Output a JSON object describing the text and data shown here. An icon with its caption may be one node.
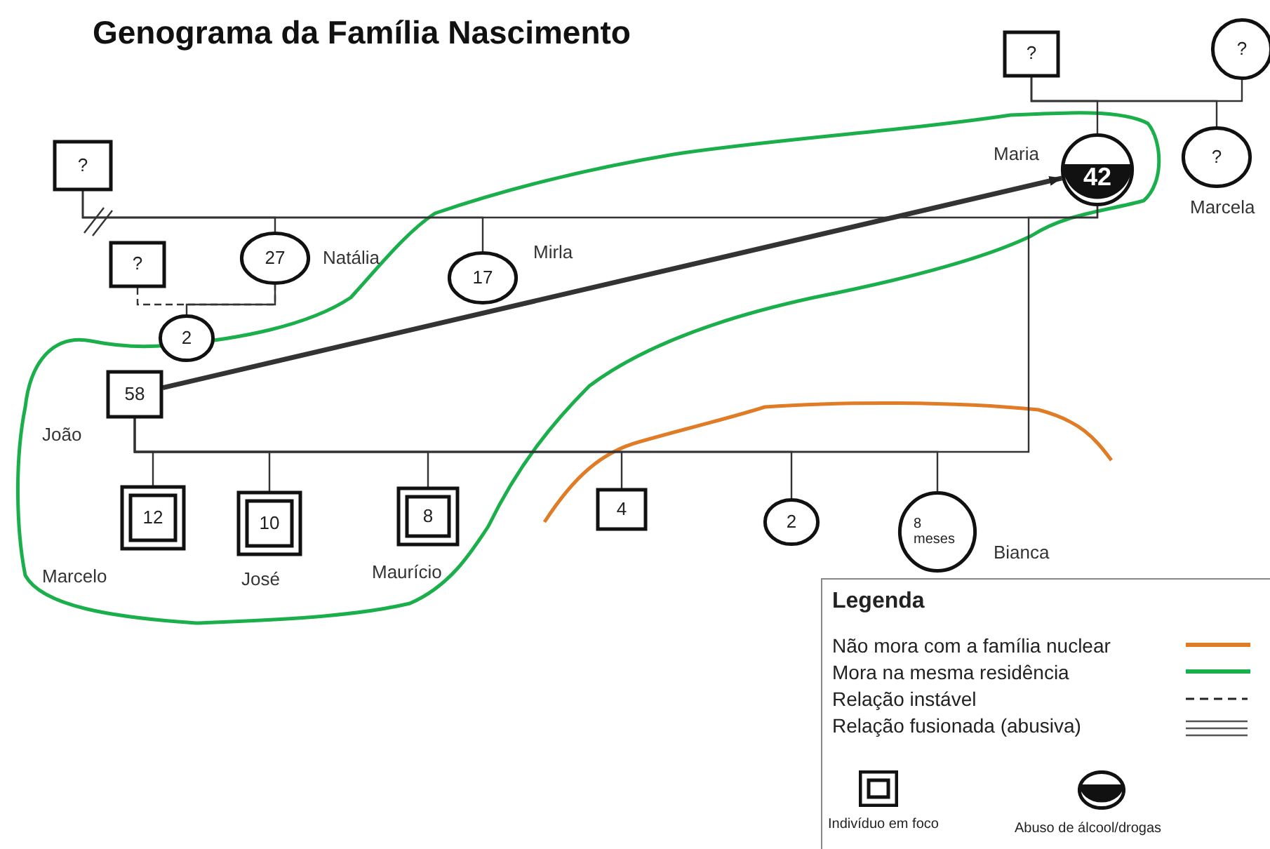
{
  "diagram": {
    "title": "Genograma da Família Nascimento",
    "nodes": [
      {
        "text": [
          "?"
        ]
      },
      {
        "text": [
          "?"
        ]
      },
      {
        "text": [
          "?"
        ]
      },
      {
        "text": [
          "42"
        ],
        "beside": [
          "Maria"
        ]
      },
      {
        "text": [
          "?"
        ],
        "beside": [
          "Marcela"
        ]
      },
      {
        "text": [
          "27"
        ],
        "beside": [
          "Natália"
        ]
      },
      {
        "text": [
          "17"
        ],
        "beside": [
          "Mirla"
        ]
      },
      {
        "text": [
          "?"
        ]
      },
      {
        "text": [
          "2"
        ]
      },
      {
        "text": [
          "58"
        ],
        "beside": [
          "João"
        ]
      },
      {
        "text": [
          "12"
        ],
        "beside": [
          "Marcelo"
        ]
      },
      {
        "text": [
          "10"
        ],
        "beside": [
          "José"
        ]
      },
      {
        "text": [
          "8"
        ],
        "beside": [
          "Maurício"
        ]
      },
      {
        "text": [
          "4"
        ]
      },
      {
        "text": [
          "2"
        ]
      },
      {
        "text": [
          "8 meses"
        ],
        "beside": [
          "Bianca"
        ]
      }
    ],
    "edges": [
      {
        "from": 0,
        "to": 1,
        "arrow": "none"
      },
      {
        "from": 0,
        "to": 3,
        "arrow": "none"
      },
      {
        "from": 0,
        "to": 4,
        "arrow": "none"
      },
      {
        "from": 2,
        "to": 3,
        "arrow": "none"
      },
      {
        "from": 2,
        "to": 5,
        "arrow": "none"
      },
      {
        "from": 2,
        "to": 6,
        "arrow": "none"
      },
      {
        "from": 7,
        "to": 5,
        "arrow": "none",
        "style": "dashed"
      },
      {
        "from": 5,
        "to": 8,
        "arrow": "none"
      },
      {
        "from": 9,
        "to": 3,
        "arrow": "to",
        "style": "thick"
      },
      {
        "from": 9,
        "to": 3,
        "arrow": "none"
      },
      {
        "from": 9,
        "to": 10,
        "arrow": "none"
      },
      {
        "from": 9,
        "to": 11,
        "arrow": "none"
      },
      {
        "from": 9,
        "to": 12,
        "arrow": "none"
      },
      {
        "from": 9,
        "to": 13,
        "arrow": "none"
      },
      {
        "from": 9,
        "to": 14,
        "arrow": "none"
      },
      {
        "from": 9,
        "to": 15,
        "arrow": "none"
      }
    ],
    "labels": [
      "Legenda"
    ],
    "legend": [
      {
        "text": "Não mora com a família nuclear",
        "color": "#e07b26"
      },
      {
        "text": "Mora na mesma residência",
        "color": "#1aaf4b"
      },
      {
        "text": "Relação instável"
      },
      {
        "text": "Relação fusionada (abusiva)"
      },
      {
        "text": "Indivíduo em foco"
      },
      {
        "text": "Abuso de álcool/drogas"
      }
    ]
  }
}
